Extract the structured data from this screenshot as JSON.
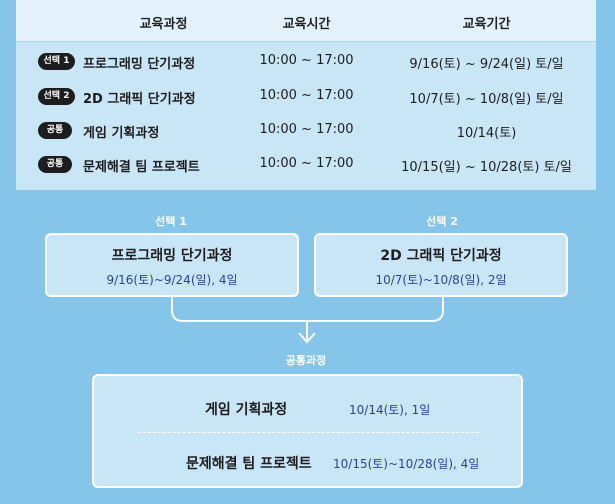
{
  "schedule": {
    "headers": {
      "course": "교육과정",
      "time": "교육시간",
      "period": "교육기간"
    },
    "rows": [
      {
        "badge": "선택 1",
        "name": "프로그래밍 단기과정",
        "time": "10:00 ~ 17:00",
        "period": "9/16(토) ~ 9/24(일)  토/일"
      },
      {
        "badge": "선택 2",
        "name": "2D 그래픽 단기과정",
        "time": "10:00 ~ 17:00",
        "period": "10/7(토) ~ 10/8(일)  토/일"
      },
      {
        "badge": "공통",
        "name": "게임 기획과정",
        "time": "10:00 ~ 17:00",
        "period": "10/14(토)"
      },
      {
        "badge": "공통",
        "name": "문제해결 팀 프로젝트",
        "time": "10:00 ~ 17:00",
        "period": "10/15(일) ~ 10/28(토) 토/일"
      }
    ]
  },
  "flow": {
    "choice1": {
      "label": "선택 1",
      "title": "프로그래밍 단기과정",
      "period": "9/16(토)~9/24(일), 4일"
    },
    "choice2": {
      "label": "선택 2",
      "title": "2D 그래픽 단기과정",
      "period": "10/7(토)~10/8(일), 2일"
    },
    "common": {
      "label": "공통과정",
      "items": [
        {
          "title": "게임 기획과정",
          "period": "10/14(토), 1일"
        },
        {
          "title": "문제해결 팀 프로젝트",
          "period": "10/15(토)~10/28(일), 4일"
        }
      ]
    }
  },
  "colors": {
    "background": "#84c5e9",
    "panel": "#c9e6f7",
    "header": "#e2f1fb",
    "badge": "#1d1d1f",
    "accent_text": "#2d3f9e"
  }
}
